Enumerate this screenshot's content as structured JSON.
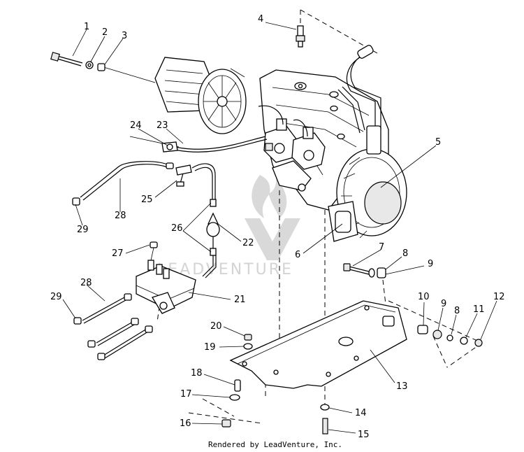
{
  "watermark": {
    "text": "LEADVENTURE"
  },
  "footer": {
    "text": "Rendered by LeadVenture, Inc."
  },
  "callouts": {
    "c1": "1",
    "c2": "2",
    "c3": "3",
    "c4": "4",
    "c5": "5",
    "c6": "6",
    "c7": "7",
    "c8a": "8",
    "c8b": "8",
    "c9a": "9",
    "c9b": "9",
    "c10": "10",
    "c11": "11",
    "c12": "12",
    "c13": "13",
    "c14": "14",
    "c15": "15",
    "c16": "16",
    "c17": "17",
    "c18": "18",
    "c19": "19",
    "c20": "20",
    "c21": "21",
    "c22": "22",
    "c23": "23",
    "c24": "24",
    "c25": "25",
    "c26": "26",
    "c27": "27",
    "c28a": "28",
    "c28b": "28",
    "c29a": "29",
    "c29b": "29"
  }
}
